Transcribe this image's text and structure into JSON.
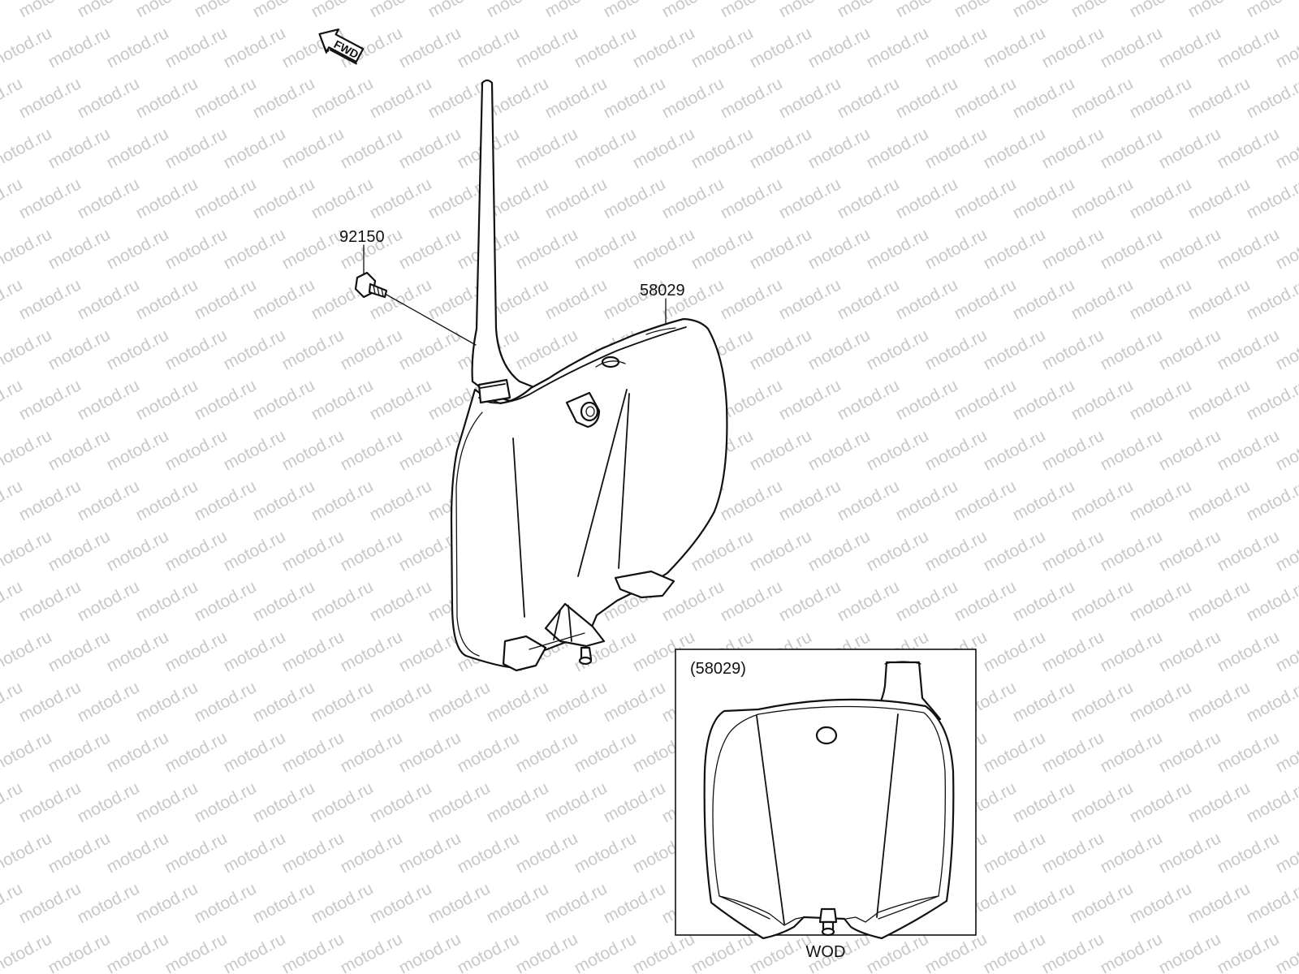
{
  "watermark": {
    "text": "motod.ru",
    "color": "#c8c8c8"
  },
  "direction_arrow": {
    "label": "FWD",
    "icon": "fwd-arrow-icon"
  },
  "callouts": [
    {
      "id": "bolt",
      "part_number": "92150"
    },
    {
      "id": "number-plate",
      "part_number": "58029"
    }
  ],
  "detail_view": {
    "title": "(58029)",
    "caption": "WOD"
  },
  "colors": {
    "line": "#111111",
    "background": "#ffffff"
  }
}
